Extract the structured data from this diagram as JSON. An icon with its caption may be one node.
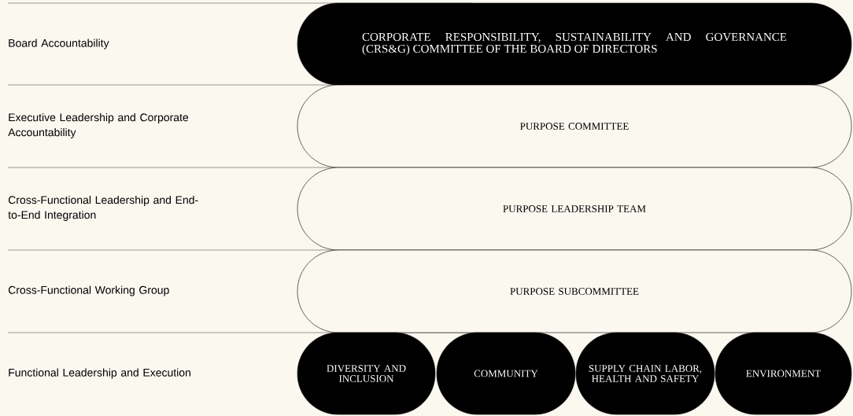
{
  "diagram": {
    "nodes": [
      {
        "text": [
          "CORPORATE RESPONSIBILITY, SUSTAINABILITY AND GOVERNANCE (CRS&G) COMMITTEE OF THE BOARD OF DIRECTORS"
        ]
      },
      {
        "text": [
          "PURPOSE COMMITTEE"
        ]
      },
      {
        "text": [
          "PURPOSE LEADERSHIP TEAM"
        ]
      },
      {
        "text": [
          "PURPOSE SUBCOMMITTEE"
        ]
      },
      {
        "text": [
          "DIVERSITY AND INCLUSION"
        ]
      },
      {
        "text": [
          "COMMUNITY"
        ]
      },
      {
        "text": [
          "SUPPLY CHAIN LABOR, HEALTH AND SAFETY"
        ]
      },
      {
        "text": [
          "ENVIRONMENT"
        ]
      }
    ],
    "labels": [
      "Board Accountability",
      "Executive Leadership and Corporate Accountability",
      "Cross-Functional Leadership and End-to-End Integration",
      "Cross-Functional Working Group",
      "Functional Leadership and Execution"
    ]
  }
}
